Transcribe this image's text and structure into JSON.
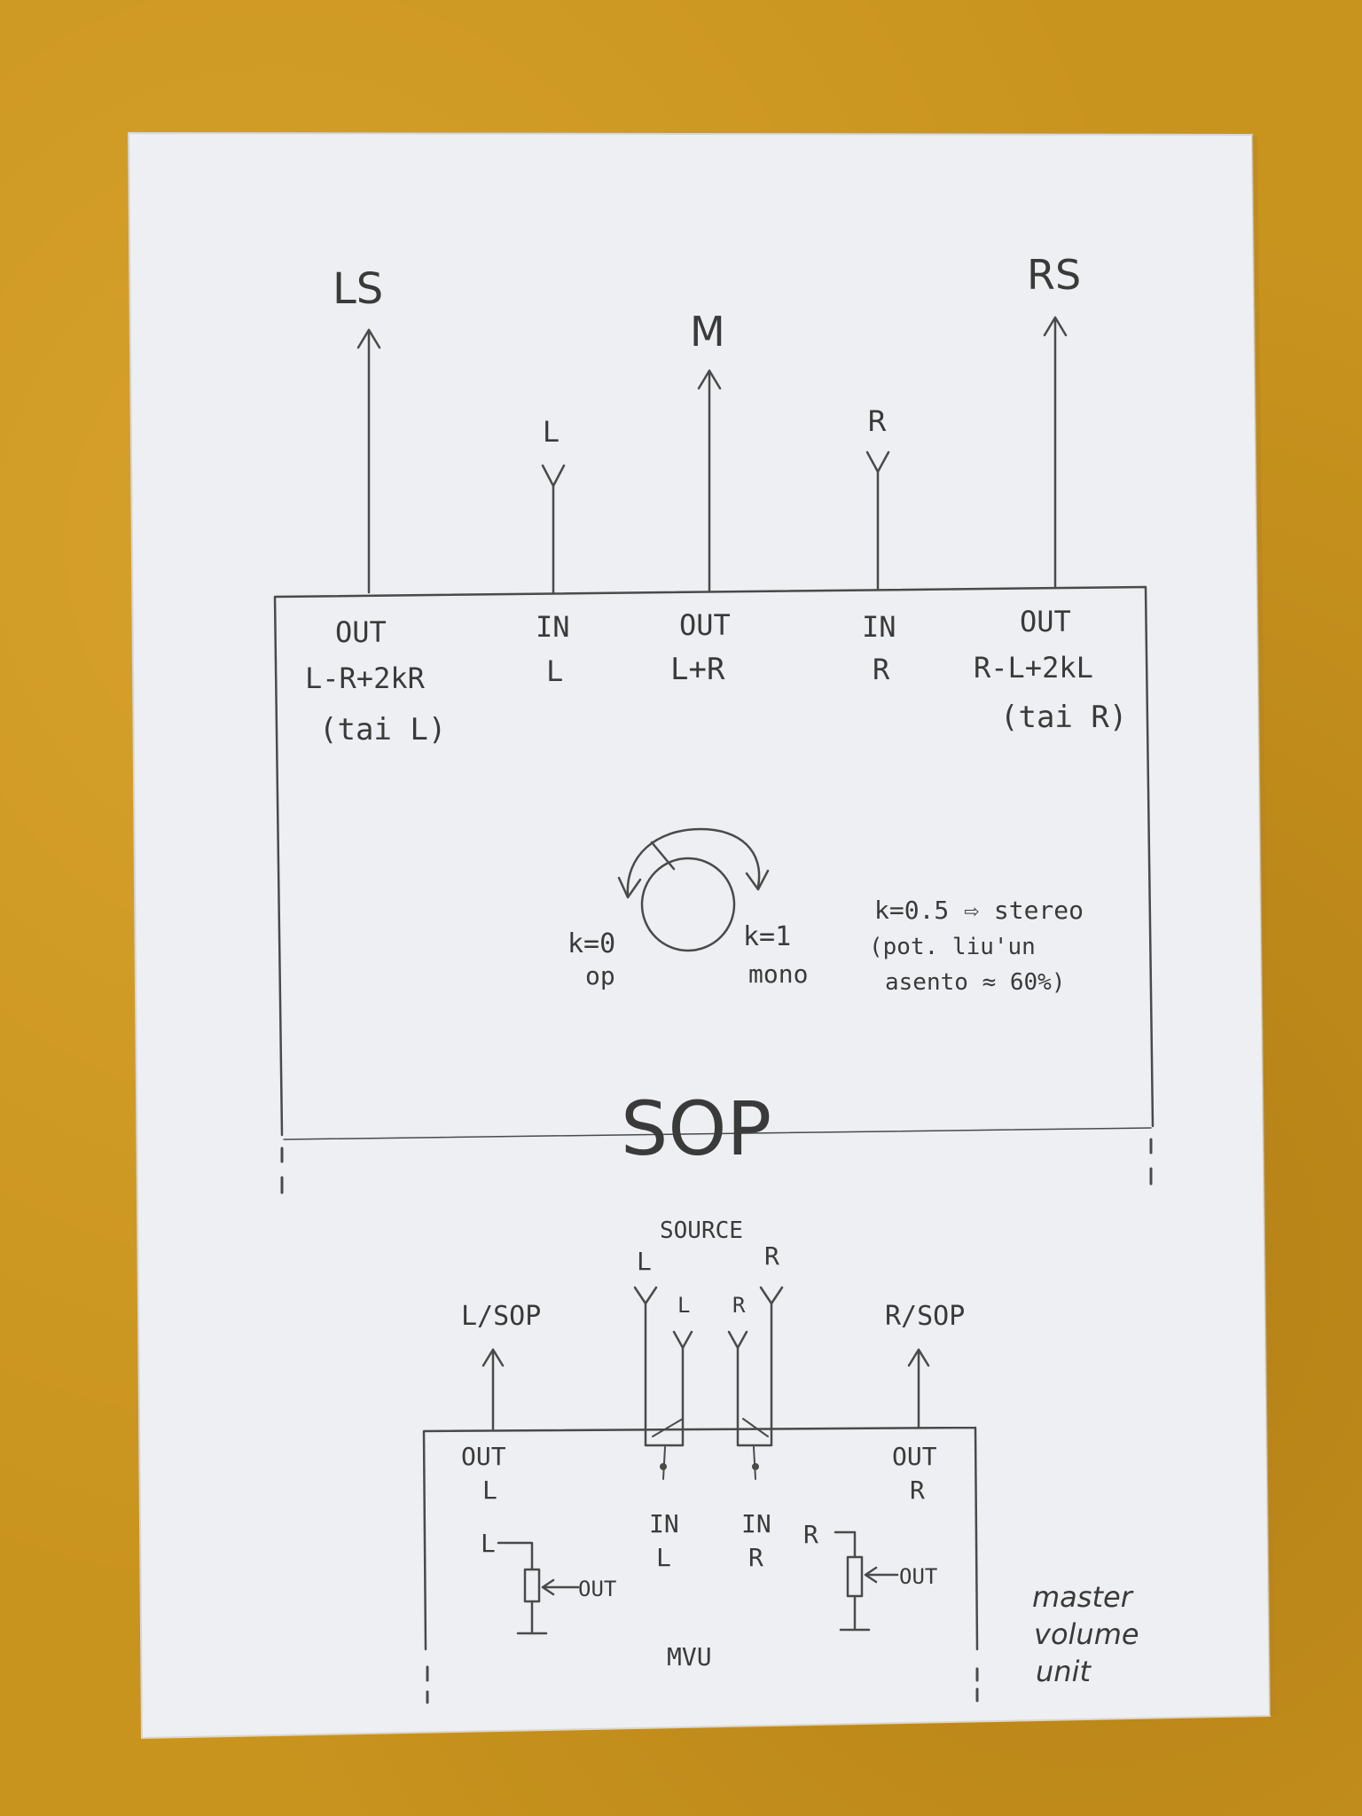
{
  "sop": {
    "outputs": {
      "ls": "LS",
      "m": "M",
      "rs": "RS"
    },
    "inputs_top": {
      "l": "L",
      "r": "R"
    },
    "ports": {
      "out_left_label": "OUT",
      "out_left_formula": "L-R+2kR",
      "out_left_alt": "(tai L)",
      "in_l_label": "IN",
      "in_l_ch": "L",
      "out_mid_label": "OUT",
      "out_mid_formula": "L+R",
      "in_r_label": "IN",
      "in_r_ch": "R",
      "out_right_label": "OUT",
      "out_right_formula": "R-L+2kL",
      "out_right_alt": "(tai R)"
    },
    "knob": {
      "k0": "k=0",
      "k0_sub": "op",
      "k1": "k=1",
      "k1_sub": "mono",
      "note1": "k=0.5 ⇨ stereo",
      "note2": "(pot. liu'un",
      "note3": "asento ≈ 60%)"
    },
    "title": "SOP"
  },
  "mvu": {
    "source": "SOURCE",
    "source_l": "L",
    "source_r": "R",
    "inner_l": "L",
    "inner_r": "R",
    "l_sop": "L/SOP",
    "r_sop": "R/SOP",
    "out_l_label": "OUT",
    "out_l_ch": "L",
    "out_r_label": "OUT",
    "out_r_ch": "R",
    "in_l_label": "IN",
    "in_l_ch": "L",
    "in_r_label": "IN",
    "in_r_ch": "R",
    "pot_l_in": "L",
    "pot_l_out": "OUT",
    "pot_r_in": "R",
    "pot_r_out": "OUT",
    "title": "MVU",
    "desc1": "master",
    "desc2": "volume",
    "desc3": "unit"
  }
}
